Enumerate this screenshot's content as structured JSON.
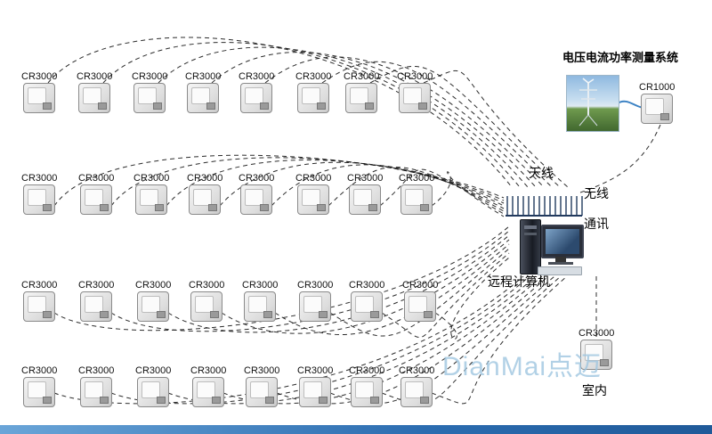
{
  "title": "电压电流功率测量系统",
  "watermark": "DianMai点迈",
  "hub": {
    "antenna_label": "天线",
    "wireless_line1": "无线",
    "wireless_line2": "通讯",
    "computer_label": "远程计算机"
  },
  "station": {
    "label": "CR1000"
  },
  "indoor": {
    "label": "CR3000",
    "caption": "室内"
  },
  "device_rows": [
    [
      "CR3000",
      "CR3000",
      "CR3000",
      "CR3000",
      "CR3000",
      "CR3000",
      "CR3000",
      "CR3000"
    ],
    [
      "CR3000",
      "CR3000",
      "CR3000",
      "CR3000",
      "CR3000",
      "CR3000",
      "CR3000",
      "CR3000"
    ],
    [
      "CR3000",
      "CR3000",
      "CR3000",
      "CR3000",
      "CR3000",
      "CR3000",
      "CR3000",
      "CR3000"
    ],
    [
      "CR3000",
      "CR3000",
      "CR3000",
      "CR3000",
      "CR3000",
      "CR3000",
      "CR3000",
      "CR3000"
    ]
  ],
  "colors": {
    "wire": "#1a1a1a",
    "cable_blue": "#3b82c4",
    "watermark": "#9fc6e0",
    "bottom_bar": "#2b6cb0"
  }
}
